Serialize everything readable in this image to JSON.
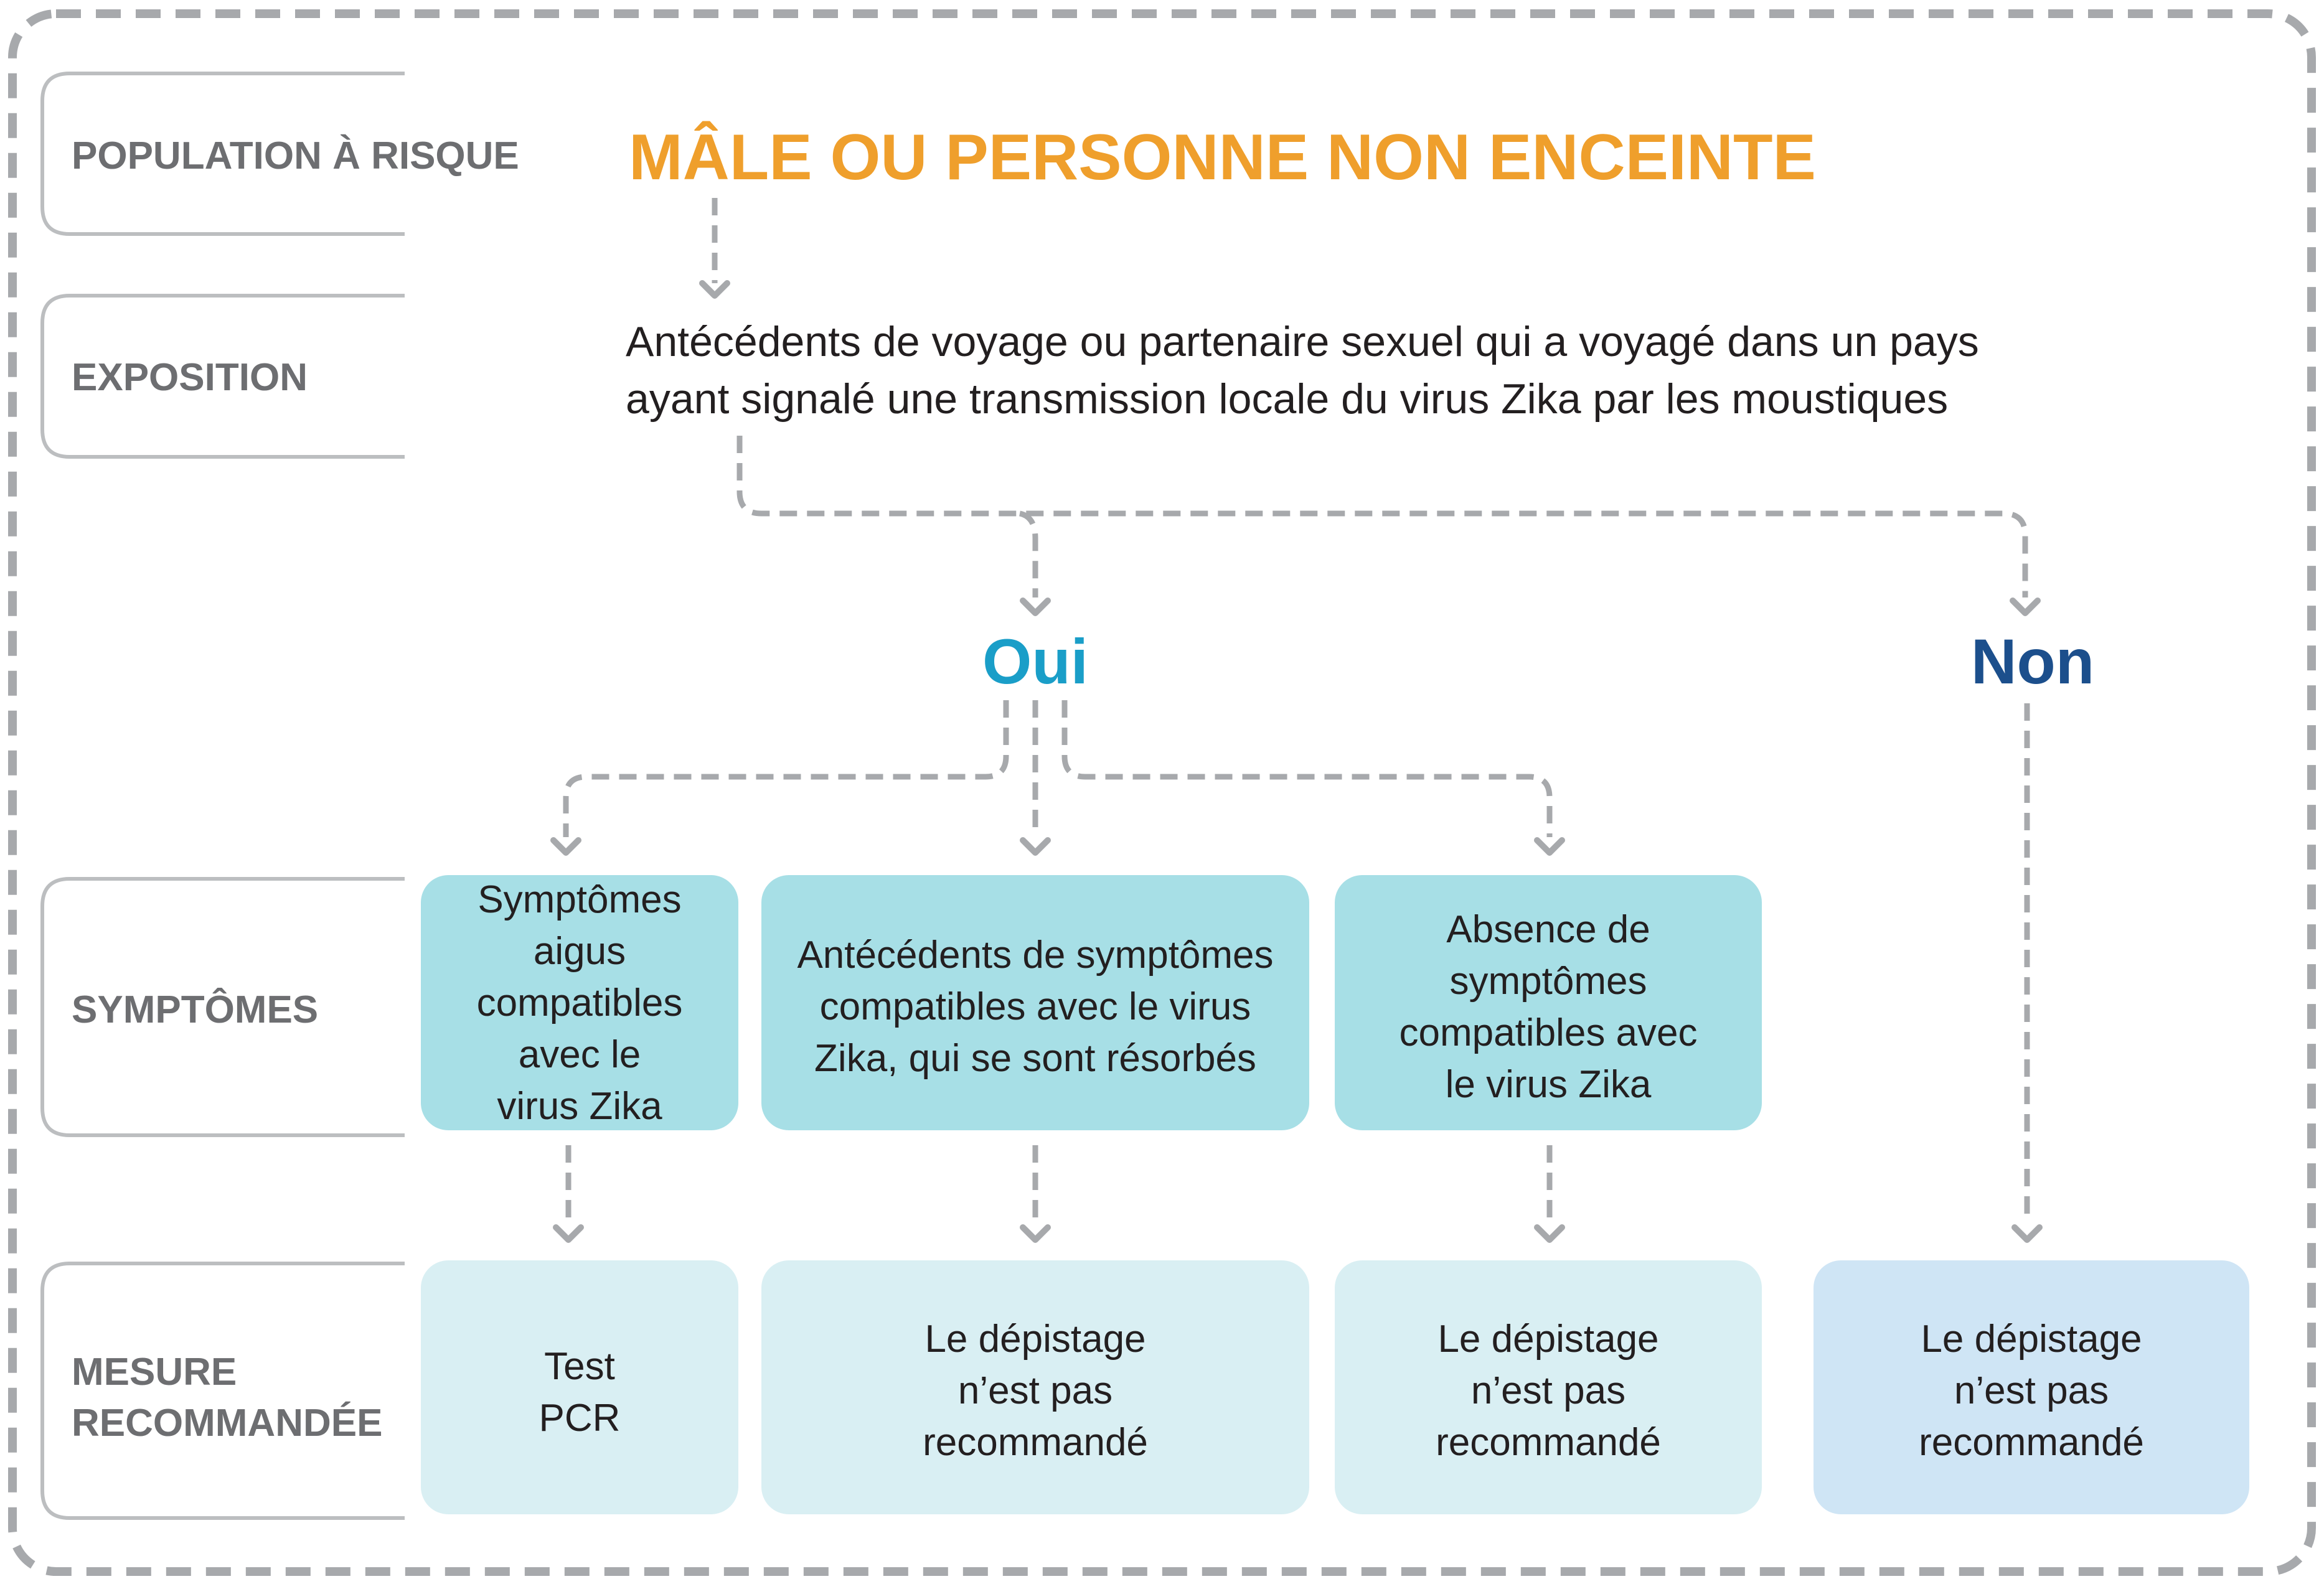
{
  "colors": {
    "title": "#ef9f2c",
    "oui": "#1a9ec8",
    "non": "#1c4f8c",
    "symptom_box": "#a7dfe6",
    "measure_box": "#d9eff3",
    "non_measure_box": "#cfe5f5",
    "connector": "#a7a9ac",
    "row_label": "#6d6e71"
  },
  "rows": {
    "population": "POPULATION À RISQUE",
    "exposition": "EXPOSITION",
    "symptomes": "SYMPTÔMES",
    "mesure": [
      "MESURE",
      "RECOMMANDÉE"
    ]
  },
  "population_title": "MÂLE OU PERSONNE NON ENCEINTE",
  "exposition_text": [
    "Antécédents de voyage ou partenaire sexuel qui a voyagé dans un pays",
    "ayant signalé une transmission locale du virus Zika par les moustiques"
  ],
  "branches": {
    "yes": "Oui",
    "no": "Non"
  },
  "symptom_boxes": [
    [
      "Symptômes",
      "aigus",
      "compatibles",
      "avec le",
      "virus Zika"
    ],
    [
      "Antécédents de symptômes",
      "compatibles avec le virus",
      "Zika, qui se sont résorbés"
    ],
    [
      "Absence de",
      "symptômes",
      "compatibles avec",
      "le virus Zika"
    ]
  ],
  "measure_boxes": [
    [
      "Test",
      "PCR"
    ],
    [
      "Le dépistage",
      "n’est pas",
      "recommandé"
    ],
    [
      "Le dépistage",
      "n’est pas",
      "recommandé"
    ],
    [
      "Le dépistage",
      "n’est pas",
      "recommandé"
    ]
  ]
}
